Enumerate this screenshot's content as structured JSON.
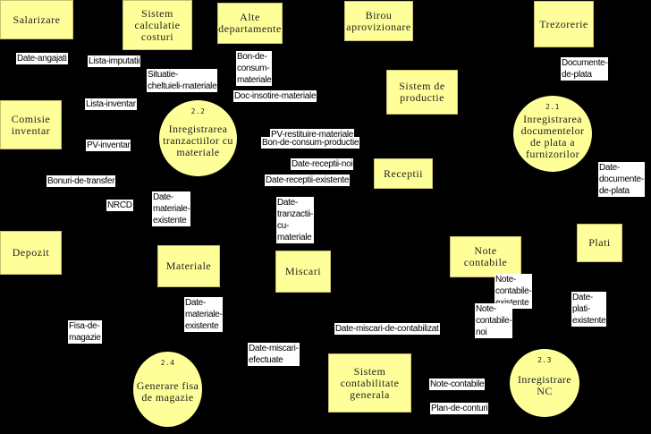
{
  "entities": [
    {
      "id": "salarizare",
      "label": "Salarizare"
    },
    {
      "id": "sistem-calculatie-costuri",
      "label": "Sistem\ncalculatie\ncosturi"
    },
    {
      "id": "alte-departamente",
      "label": "Alte\ndepartamente"
    },
    {
      "id": "birou-aprovizionare",
      "label": "Birou\naprovizionare"
    },
    {
      "id": "trezorerie",
      "label": "Trezorerie"
    },
    {
      "id": "comisie-inventar",
      "label": "Comisie\ninventar"
    },
    {
      "id": "sistem-de-productie",
      "label": "Sistem de\nproductie"
    },
    {
      "id": "receptii",
      "label": "Receptii"
    },
    {
      "id": "depozit",
      "label": "Depozit"
    },
    {
      "id": "materiale",
      "label": "Materiale"
    },
    {
      "id": "miscari",
      "label": "Miscari"
    },
    {
      "id": "note-contabile",
      "label": "Note\ncontabile"
    },
    {
      "id": "plati",
      "label": "Plati"
    },
    {
      "id": "sistem-contabilitate-generala",
      "label": "Sistem\ncontabilitate\ngenerala"
    }
  ],
  "processes": [
    {
      "id": "2-2",
      "number": "2.2",
      "label": "Inregistrarea\ntranzactiilor cu\nmateriale"
    },
    {
      "id": "2-1",
      "number": "2.1",
      "label": "Inregistrarea\ndocumentelor\nde plata a\nfurnizorilor"
    },
    {
      "id": "2-4",
      "number": "2.4",
      "label": "Generare fisa\nde magazie"
    },
    {
      "id": "2-3",
      "number": "2.3",
      "label": "Inregistrare\nNC"
    }
  ],
  "flows": [
    "Date-angajati",
    "Lista-imputatii",
    "Situatie-\ncheltuieli-materiale",
    "Bon-de-\nconsum-\nmateriale",
    "Doc-insotire-materiale",
    "Lista-inventar",
    "PV-inventar",
    "PV-restituire-materiale",
    "Bon-de-consum-productie",
    "Date-receptii-noi",
    "Date-receptii-existente",
    "Bonuri-de-transfer",
    "NRCD",
    "Date-\nmateriale-\nexistente",
    "Date-\ntranzactii-\ncu-\nmateriale",
    "Documente-\nde-plata",
    "Date-\ndocumente-\nde-plata",
    "Note-\ncontabile-\nexistente",
    "Note-\ncontabile-\nnoi",
    "Date-\nplati-\nexistente",
    "Date-\nmateriale-\nexistente",
    "Fisa-de-\nmagazie",
    "Date-miscari-de-contabilizat",
    "Date-miscari-\nefectuate",
    "Note-contabile",
    "Plan-de-conturi"
  ]
}
